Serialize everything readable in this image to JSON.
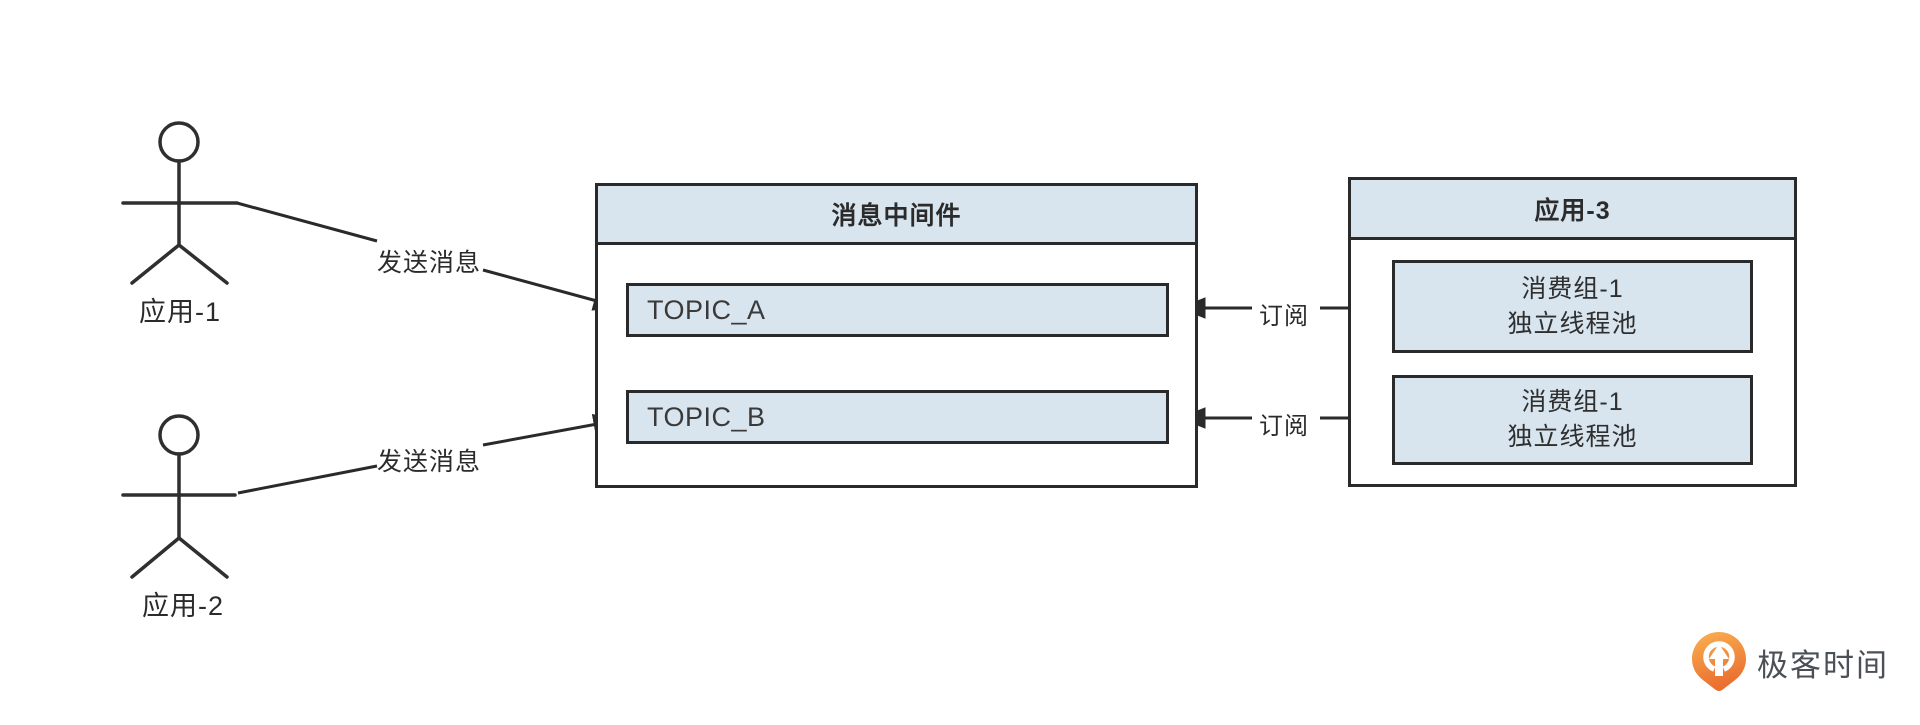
{
  "diagram": {
    "actors": [
      {
        "label": "应用-1"
      },
      {
        "label": "应用-2"
      }
    ],
    "middleware": {
      "title": "消息中间件",
      "topics": [
        "TOPIC_A",
        "TOPIC_B"
      ]
    },
    "consumer_app": {
      "title": "应用-3",
      "groups": [
        {
          "line1": "消费组-1",
          "line2": "独立线程池"
        },
        {
          "line1": "消费组-1",
          "line2": "独立线程池"
        }
      ]
    },
    "edges": {
      "send": [
        {
          "label": "发送消息"
        },
        {
          "label": "发送消息"
        }
      ],
      "subscribe": [
        {
          "label": "订阅"
        },
        {
          "label": "订阅"
        }
      ]
    },
    "colors": {
      "box_fill": "#D8E5EE",
      "line_stroke": "#2A2A2A",
      "background": "#FFFFFF"
    }
  },
  "branding": {
    "logo_text": "极客时间",
    "logo_icon": "geektime-pin-arrow-icon",
    "logo_orange_top": "#F9AC4F",
    "logo_orange_bottom": "#E96A2E",
    "logo_text_color": "#4A5056"
  }
}
